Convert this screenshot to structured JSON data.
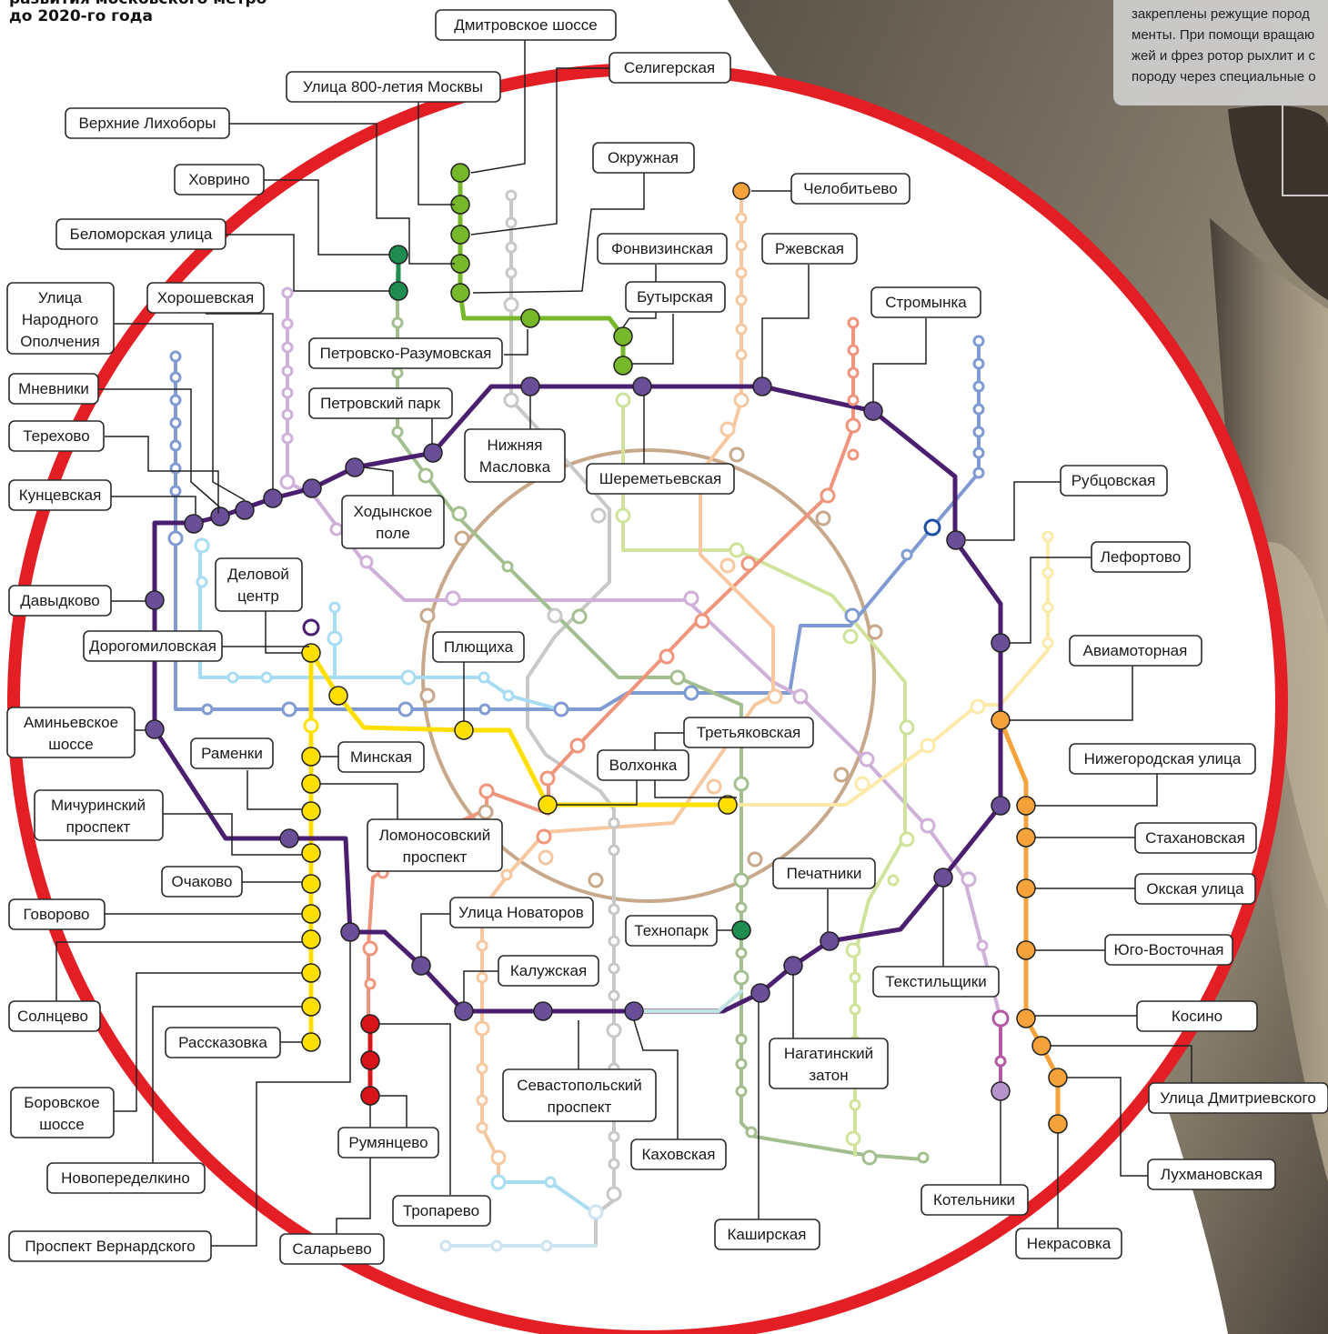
{
  "header": {
    "line1": "развития московского метро",
    "line2": "до 2020-го года"
  },
  "callout": {
    "lines": [
      "закреплены режущие пород",
      "менты. При помощи вращаю",
      "жей и фрез ротор рыхлит и с",
      "породу через специальные о"
    ]
  },
  "colors": {
    "ring_red": "#e31e24",
    "line_purple": "#4b1f6f",
    "line_yellow": "#ffdf00",
    "line_orange": "#f5a23a",
    "line_green": "#77b82a",
    "line_dkgreen": "#1e8c4e",
    "line_red": "#d7141a",
    "line_brown": "#c7a88a",
    "line_grey": "#c8c8c8",
    "line_blue": "#7f9bd2",
    "line_ltblue": "#a8dcf2",
    "line_lilac": "#cfb0d8",
    "line_salmon": "#f0957c",
    "line_peach": "#f7c8a0",
    "line_lime": "#cfe49a",
    "line_sage": "#a3bf8f",
    "line_cream": "#fdeaa8"
  },
  "stations": {
    "dmitrovskoe": "Дмитровское шоссе",
    "seligerskaya": "Селигерская",
    "ul800": "Улица 800-летия Москвы",
    "verkhnie_likhobory": "Верхние Лихоборы",
    "okruzhnaya": "Окружная",
    "khovrino": "Ховрино",
    "chelobityevo": "Челобитьево",
    "belomorskaya": "Беломорская улица",
    "fonvizinskaya": "Фонвизинская",
    "rzhevskaya": "Ржевская",
    "butyrskaya": "Бутырская",
    "narodnogo_opolcheniya": [
      "Улица",
      "Народного",
      "Ополчения"
    ],
    "khoroshevskaya": "Хорошевская",
    "stromynka": "Стромынка",
    "petrovsko_razumovskaya": "Петровско-Разумовская",
    "mnevniki": "Мневники",
    "petrovsky_park": "Петровский парк",
    "terekhovo": "Терехово",
    "nizhnyaya_maslovka": [
      "Нижняя",
      "Масловка"
    ],
    "sheremetyevskaya": "Шереметьевская",
    "rubtsovskaya": "Рубцовская",
    "kuntsevskaya": "Кунцевская",
    "khodynskoe_pole": [
      "Ходынское",
      "поле"
    ],
    "lefortovo": "Лефортово",
    "delovoy_tsentr": [
      "Деловой",
      "центр"
    ],
    "davydkovo": "Давыдково",
    "dorogomilovskaya": "Дорогомиловская",
    "plyushchikha": "Плющиха",
    "aviamotornaya": "Авиамоторная",
    "aminyevskoe": [
      "Аминьевское",
      "шоссе"
    ],
    "tretyakovskaya": "Третьяковская",
    "ramenki": "Раменки",
    "minskaya": "Минская",
    "volkhonka": "Волхонка",
    "nizhegorodskaya": "Нижегородская улица",
    "michurinsky": [
      "Мичуринский",
      "проспект"
    ],
    "lomonosovsky": [
      "Ломоносовский",
      "проспект"
    ],
    "stakhanovskaya": "Стахановская",
    "ochakovo": "Очаково",
    "pechatniki": "Печатники",
    "okskaya": "Окская улица",
    "govorovo": "Говорово",
    "ul_novatorov": "Улица Новаторов",
    "tekhnopark": "Технопарк",
    "yugo_vostochnaya": "Юго-Восточная",
    "kaluzhskaya": "Калужская",
    "tekstilshchiki": "Текстильщики",
    "solntsevo": "Солнцево",
    "kosino": "Косино",
    "rasskazovka": "Рассказовка",
    "nagatinsky": [
      "Нагатинский",
      "затон"
    ],
    "sevastopolsky": [
      "Севастопольский",
      "проспект"
    ],
    "borovskoe": [
      "Боровское",
      "шоссе"
    ],
    "ul_dmitrievskogo": "Улица Дмитриевского",
    "rumyantsevo": "Румянцево",
    "kakhovskaya": "Каховская",
    "novoperedelkino": "Новопеределкино",
    "lukhmanovskaya": "Лухмановская",
    "troparevo": "Тропарево",
    "kashirskaya": "Каширская",
    "kotelniki": "Котельники",
    "vernadskogo": "Проспект Вернардского",
    "salaryevo": "Саларьево",
    "nekrasovka": "Некрасовка"
  }
}
